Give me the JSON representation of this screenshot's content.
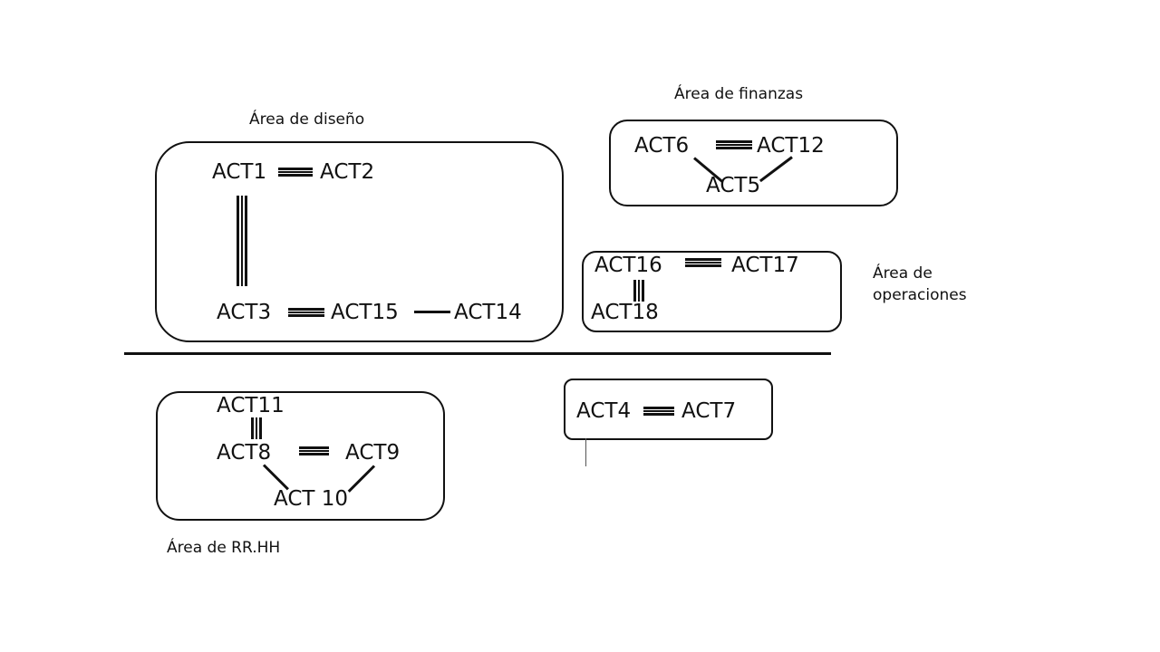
{
  "areas": {
    "diseno": {
      "label": "Área de diseño",
      "nodes": {
        "act1": "ACT1",
        "act2": "ACT2",
        "act3": "ACT3",
        "act15": "ACT15",
        "act14": "ACT14"
      }
    },
    "finanzas": {
      "label": "Área de finanzas",
      "nodes": {
        "act6": "ACT6",
        "act12": "ACT12",
        "act5": "ACT5"
      }
    },
    "operaciones": {
      "label_line1": "Área de",
      "label_line2": "operaciones",
      "nodes": {
        "act16": "ACT16",
        "act17": "ACT17",
        "act18": "ACT18"
      }
    },
    "rrhh": {
      "label": "Área de RR.HH",
      "nodes": {
        "act11": "ACT11",
        "act8": "ACT8",
        "act9": "ACT9",
        "act10": "ACT 10"
      }
    },
    "unassigned": {
      "nodes": {
        "act4": "ACT4",
        "act7": "ACT7"
      }
    }
  },
  "links": [
    {
      "from": "ACT1",
      "to": "ACT2",
      "strength": "triple"
    },
    {
      "from": "ACT1",
      "to": "ACT3",
      "strength": "triple"
    },
    {
      "from": "ACT3",
      "to": "ACT15",
      "strength": "triple"
    },
    {
      "from": "ACT15",
      "to": "ACT14",
      "strength": "single"
    },
    {
      "from": "ACT6",
      "to": "ACT12",
      "strength": "triple"
    },
    {
      "from": "ACT6",
      "to": "ACT5",
      "strength": "single"
    },
    {
      "from": "ACT12",
      "to": "ACT5",
      "strength": "single"
    },
    {
      "from": "ACT16",
      "to": "ACT17",
      "strength": "triple"
    },
    {
      "from": "ACT16",
      "to": "ACT18",
      "strength": "triple"
    },
    {
      "from": "ACT11",
      "to": "ACT8",
      "strength": "triple"
    },
    {
      "from": "ACT8",
      "to": "ACT9",
      "strength": "triple"
    },
    {
      "from": "ACT8",
      "to": "ACT 10",
      "strength": "single"
    },
    {
      "from": "ACT9",
      "to": "ACT 10",
      "strength": "single"
    },
    {
      "from": "ACT4",
      "to": "ACT7",
      "strength": "triple"
    }
  ]
}
